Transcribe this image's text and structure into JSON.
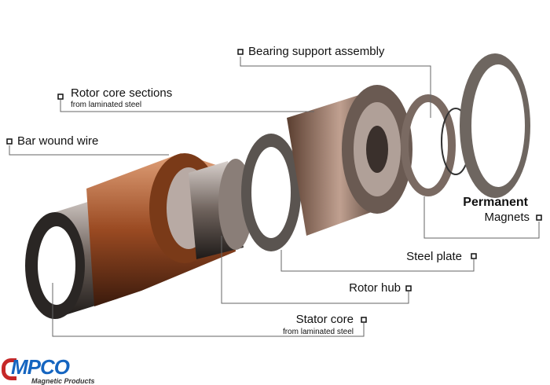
{
  "labels": {
    "bearing": "Bearing support assembly",
    "rotor_core": "Rotor core sections",
    "rotor_core_sub": "from laminated steel",
    "bar_wound": "Bar wound wire",
    "permanent_1": "Permanent",
    "permanent_2": "Magnets",
    "steel_plate": "Steel plate",
    "rotor_hub": "Rotor hub",
    "stator_core": "Stator core",
    "stator_core_sub": "from laminated steel"
  },
  "logo": {
    "name": "MPCO",
    "tagline": "Magnetic Products",
    "brand_color": "#1565c0",
    "accent_color": "#c62828"
  }
}
